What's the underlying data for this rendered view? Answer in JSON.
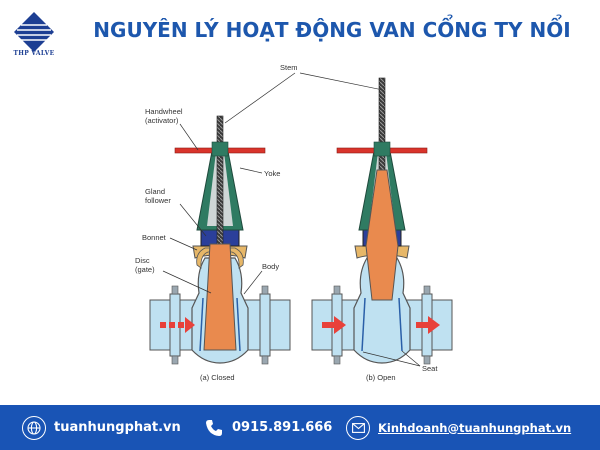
{
  "brand": {
    "logo_text": "THP VALVE"
  },
  "title": "NGUYÊN LÝ HOẠT ĐỘNG VAN CỔNG TY NỔI",
  "diagram": {
    "labels": {
      "stem": "Stem",
      "handwheel_1": "Handwheel",
      "handwheel_2": "(activator)",
      "yoke": "Yoke",
      "gland_1": "Gland",
      "gland_2": "follower",
      "bonnet": "Bonnet",
      "disc_1": "Disc",
      "disc_2": "(gate)",
      "body": "Body",
      "seat": "Seat"
    },
    "captions": {
      "closed": "(a) Closed",
      "open": "(b) Open"
    },
    "colors": {
      "handwheel": "#d9342b",
      "yoke": "#2f7b62",
      "bonnet": "#e7b768",
      "gland": "#2b3f9a",
      "disc": "#e98a4e",
      "pipe": "#bfe1f1",
      "arrow": "#e8413a",
      "stem": "#333333"
    }
  },
  "footer": {
    "website": "tuanhungphat.vn",
    "phone": "0915.891.666",
    "email": "Kinhdoanh@tuanhungphat.vn",
    "icons": [
      "globe-icon",
      "phone-icon",
      "mail-icon"
    ]
  }
}
